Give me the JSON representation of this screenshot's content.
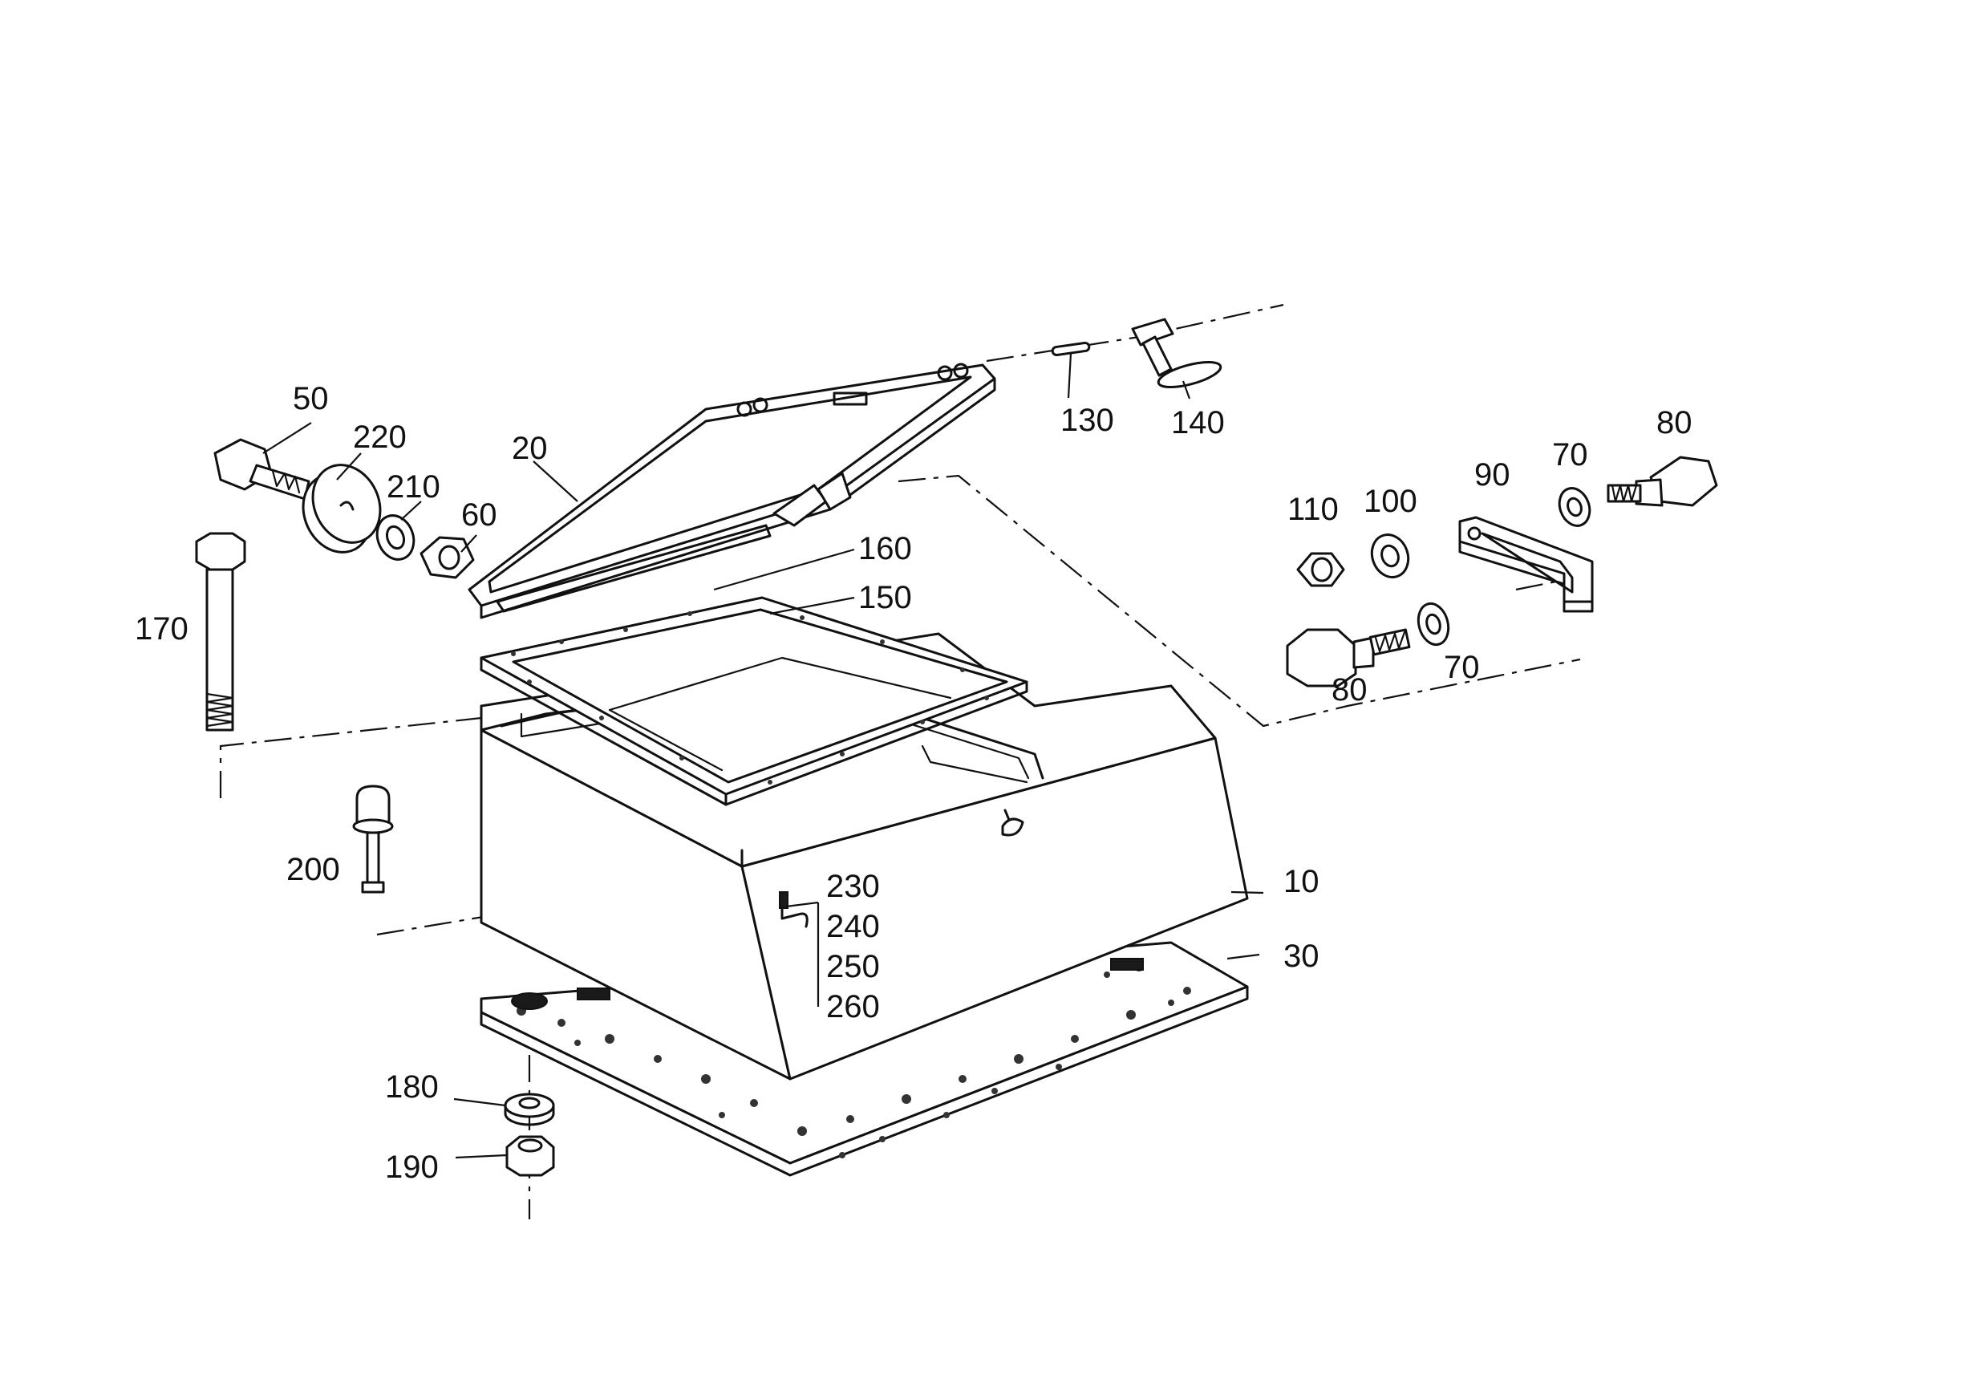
{
  "labels": {
    "l10": "10",
    "l20": "20",
    "l30": "30",
    "l50": "50",
    "l60": "60",
    "l70a": "70",
    "l70b": "70",
    "l80a": "80",
    "l80b": "80",
    "l90": "90",
    "l100": "100",
    "l110": "110",
    "l130": "130",
    "l140": "140",
    "l150": "150",
    "l160": "160",
    "l170": "170",
    "l180": "180",
    "l190": "190",
    "l200": "200",
    "l210": "210",
    "l220": "220",
    "l230": "230",
    "l240": "240",
    "l250": "250",
    "l260": "260"
  }
}
